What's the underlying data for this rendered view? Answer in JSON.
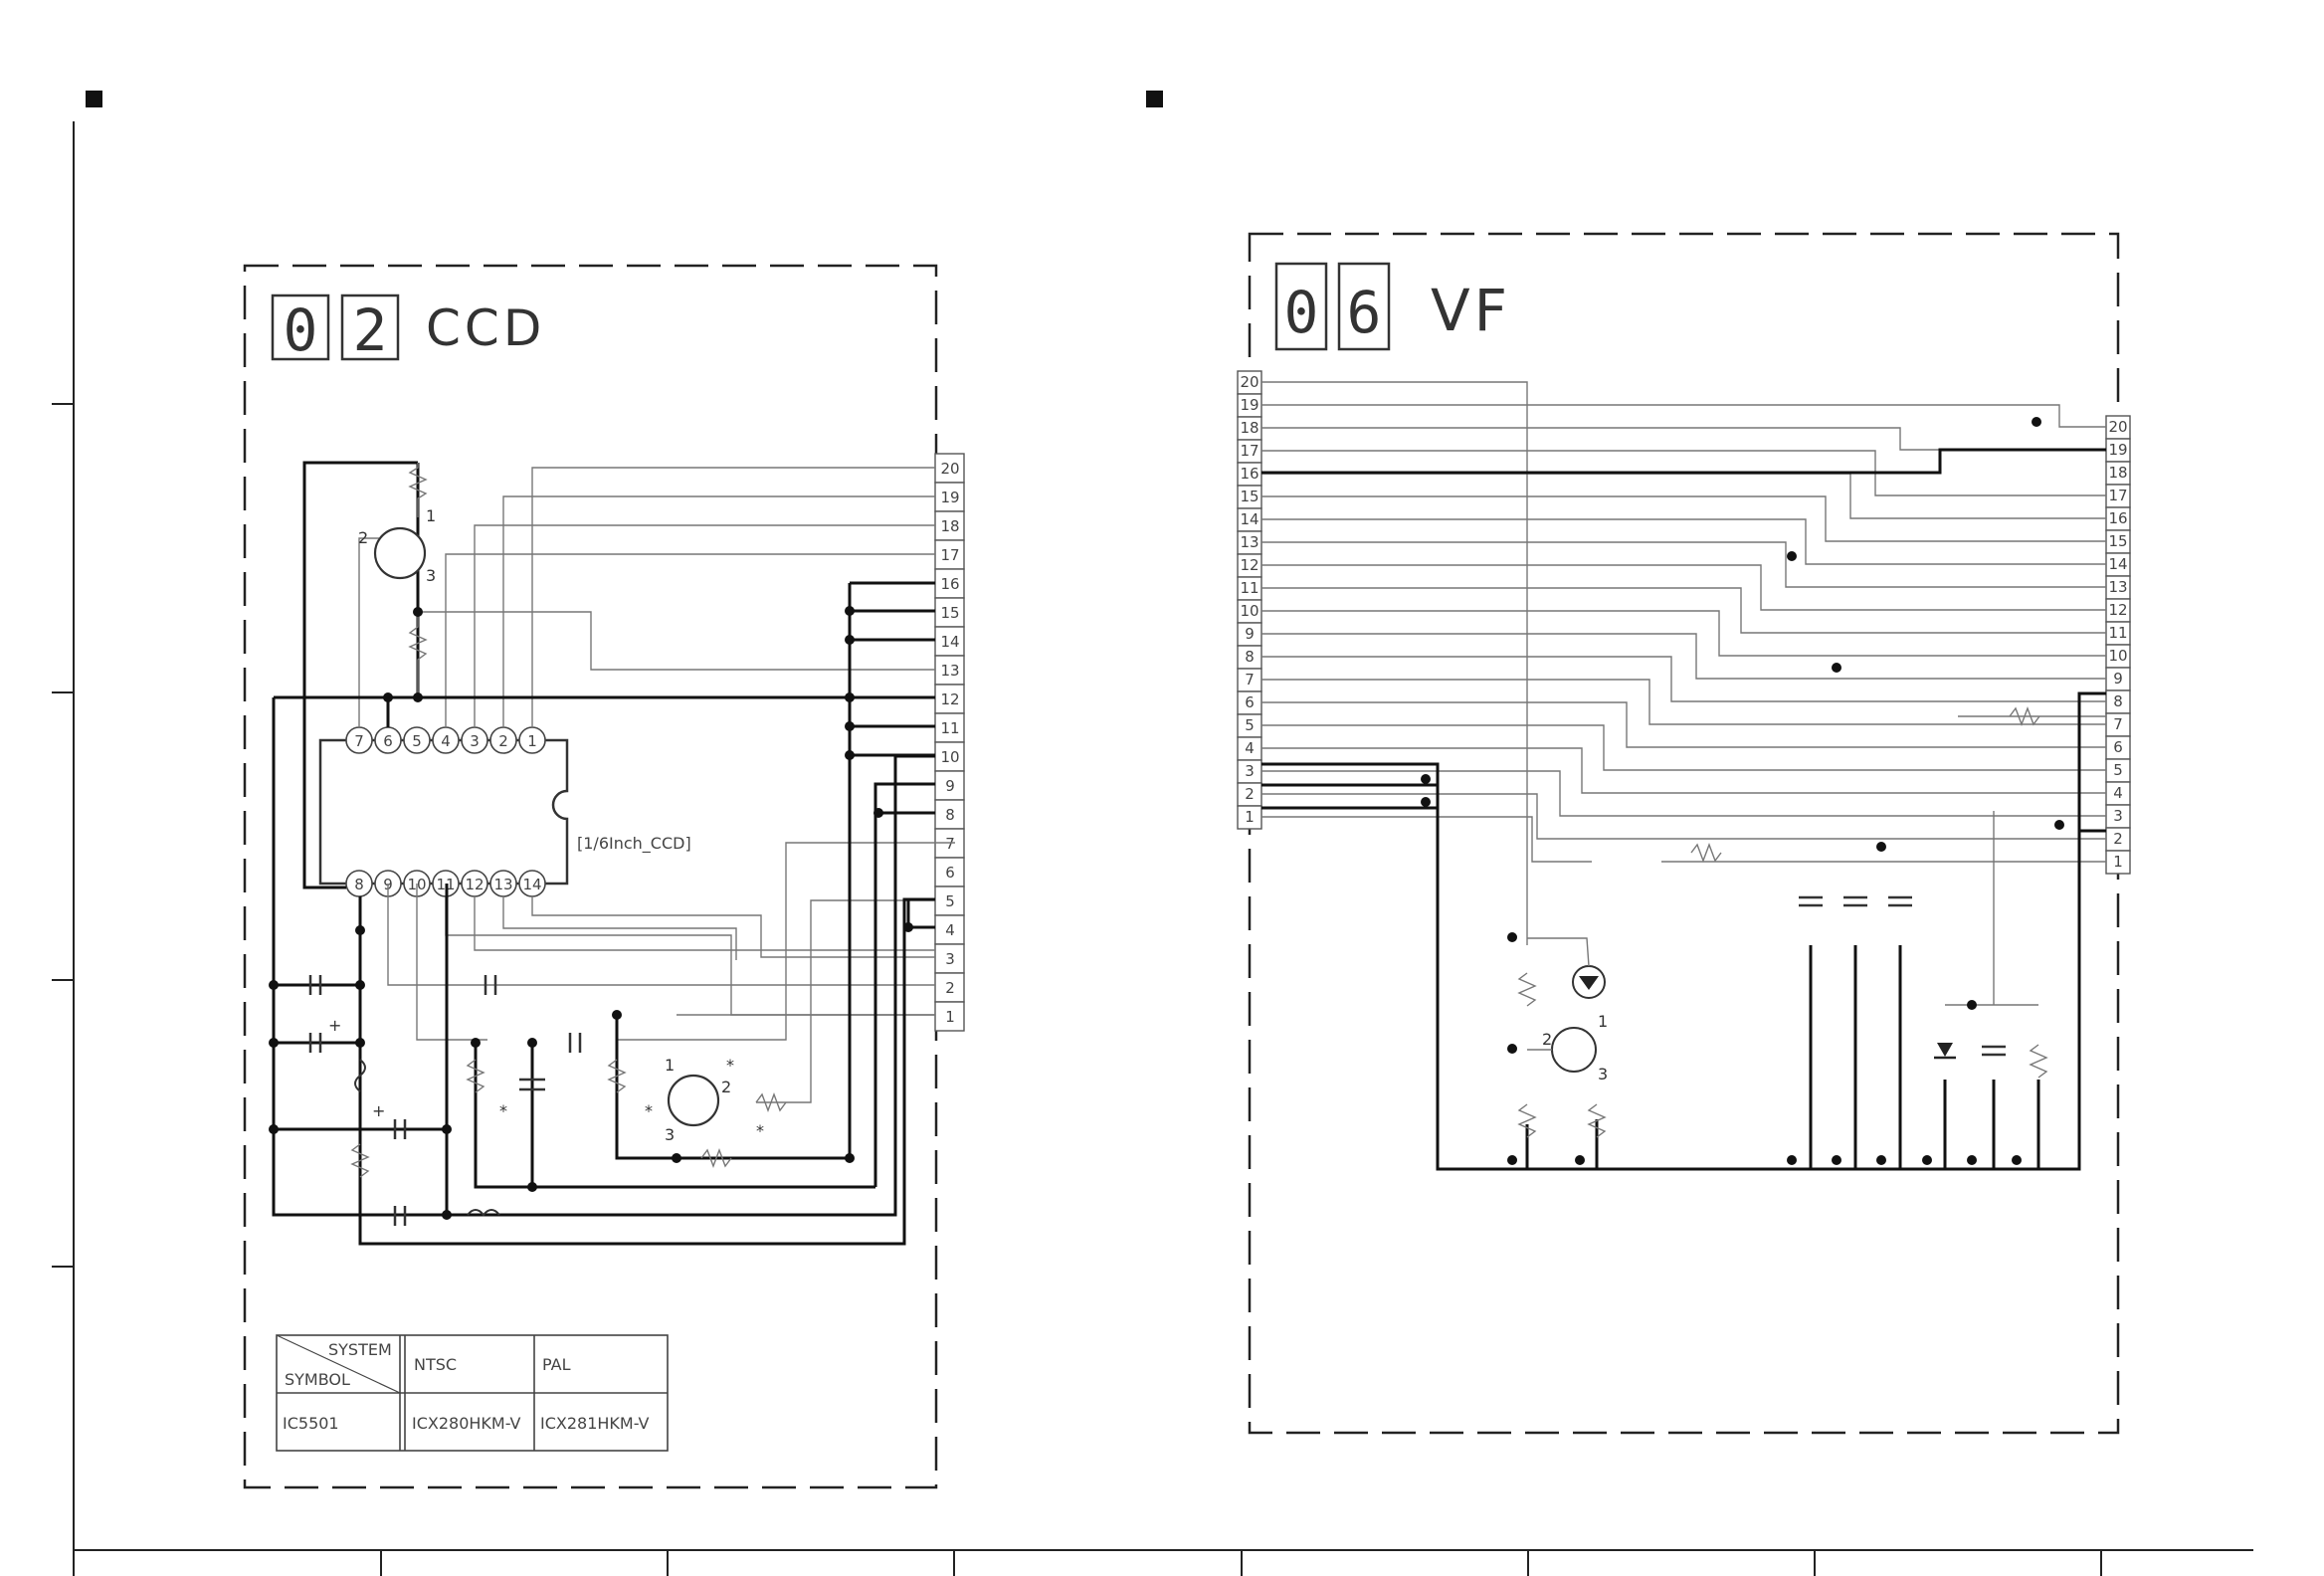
{
  "left_block": {
    "digit1": "0",
    "digit2": "2",
    "title": "CCD",
    "ic_label": "[1/6Inch_CCD]",
    "ic_top_pins": [
      "7",
      "6",
      "5",
      "4",
      "3",
      "2",
      "1"
    ],
    "ic_bottom_pins": [
      "8",
      "9",
      "10",
      "11",
      "12",
      "13",
      "14"
    ],
    "connector_pins": [
      "20",
      "19",
      "18",
      "17",
      "16",
      "15",
      "14",
      "13",
      "12",
      "11",
      "10",
      "9",
      "8",
      "7",
      "6",
      "5",
      "4",
      "3",
      "2",
      "1"
    ],
    "transistor_pins": [
      "1",
      "2",
      "3"
    ],
    "marker": "*",
    "plus": "+",
    "table": {
      "header_top": "SYSTEM",
      "header_bottom": "SYMBOL",
      "col1": "NTSC",
      "col2": "PAL",
      "row_symbol": "IC5501",
      "row_ntsc": "ICX280HKM-V",
      "row_pal": "ICX281HKM-V"
    }
  },
  "right_block": {
    "digit1": "0",
    "digit2": "6",
    "title": "VF",
    "left_connector_pins": [
      "20",
      "19",
      "18",
      "17",
      "16",
      "15",
      "14",
      "13",
      "12",
      "11",
      "10",
      "9",
      "8",
      "7",
      "6",
      "5",
      "4",
      "3",
      "2",
      "1"
    ],
    "right_connector_pins": [
      "20",
      "19",
      "18",
      "17",
      "16",
      "15",
      "14",
      "13",
      "12",
      "11",
      "10",
      "9",
      "8",
      "7",
      "6",
      "5",
      "4",
      "3",
      "2",
      "1"
    ],
    "transistor_pins": [
      "1",
      "2",
      "3"
    ]
  }
}
